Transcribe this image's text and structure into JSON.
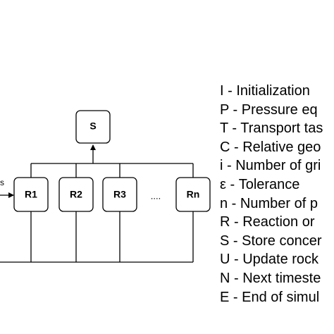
{
  "diagram": {
    "nodes": {
      "s": "S",
      "r1": "R1",
      "r2": "R2",
      "r3": "R3",
      "rn": "Rn"
    },
    "ellipsis": "....",
    "incoming_edge_label": "s",
    "colors": {
      "stroke": "#000000",
      "node_fill": "#ffffff",
      "text": "#000000"
    }
  },
  "legend": {
    "items": [
      "I - Initialization",
      "P - Pressure eq",
      "T - Transport tas",
      "C - Relative geo",
      "i - Number of gri",
      "ε - Tolerance",
      "n - Number of p",
      "R - Reaction or",
      "S - Store concer",
      "U - Update rock",
      "N - Next timeste",
      "E - End of simul"
    ]
  }
}
